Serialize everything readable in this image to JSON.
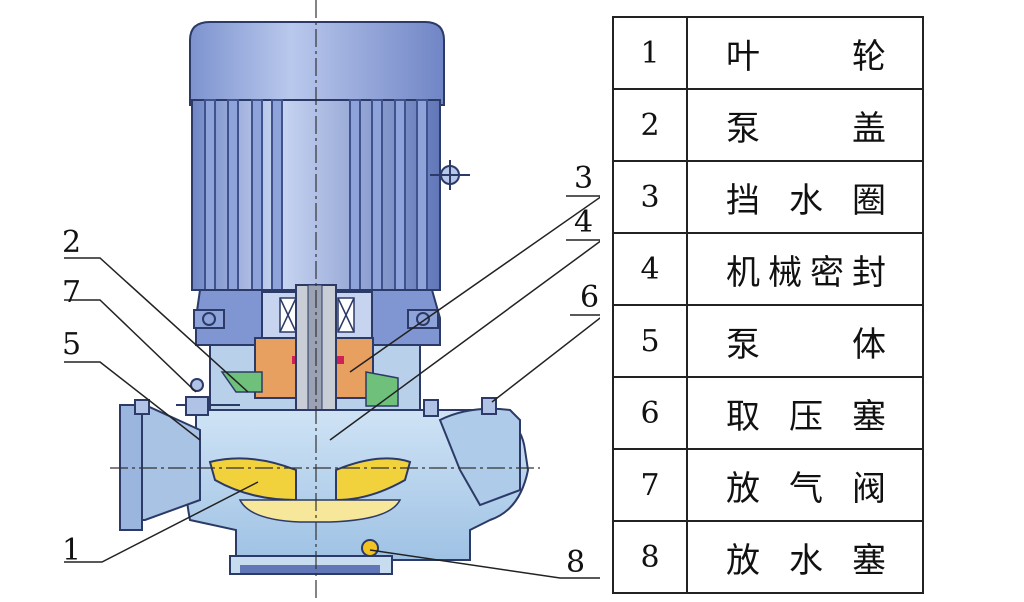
{
  "callouts": [
    "1",
    "2",
    "3",
    "4",
    "5",
    "6",
    "7",
    "8"
  ],
  "legend": {
    "rows": [
      {
        "num": "1",
        "name": "叶轮"
      },
      {
        "num": "2",
        "name": "泵盖"
      },
      {
        "num": "3",
        "name": "挡水圈"
      },
      {
        "num": "4",
        "name": "机械密封"
      },
      {
        "num": "5",
        "name": "泵体"
      },
      {
        "num": "6",
        "name": "取压塞"
      },
      {
        "num": "7",
        "name": "放气阀"
      },
      {
        "num": "8",
        "name": "放水塞"
      }
    ]
  },
  "colors": {
    "motor": "#8fa6d8",
    "pump_body": "#b9d4ec",
    "impeller": "#f2d23c",
    "seal_housing": "#e8a060",
    "retainer": "#6fc07a",
    "outline": "#2b3a67"
  }
}
